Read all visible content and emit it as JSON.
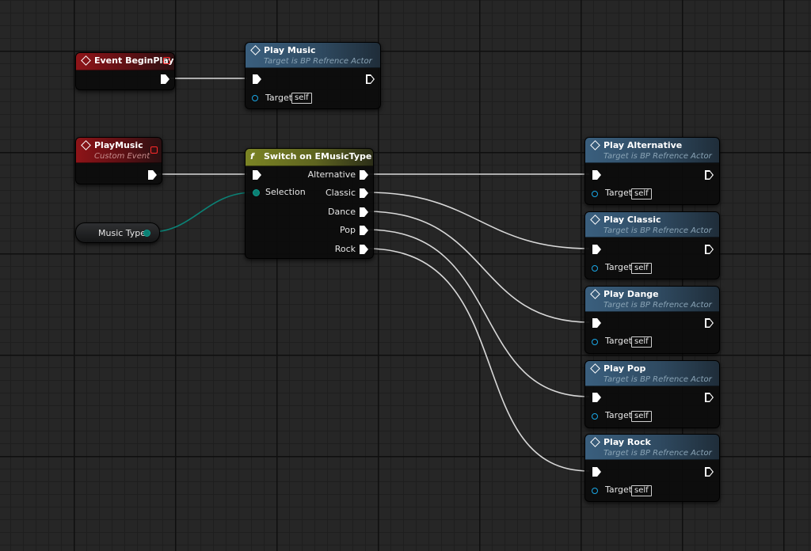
{
  "nodes": {
    "begin_play": {
      "title": "Event BeginPlay"
    },
    "play_music_call": {
      "title": "Play Music",
      "subtitle": "Target is BP Refrence Actor",
      "target_label": "Target",
      "target_value": "self"
    },
    "custom_event": {
      "title": "PlayMusic",
      "subtitle": "Custom Event"
    },
    "music_type_var": {
      "label": "Music Type"
    },
    "switch": {
      "title": "Switch on EMusicType",
      "selection_label": "Selection",
      "outputs": [
        "Alternative",
        "Classic",
        "Dance",
        "Pop",
        "Rock"
      ]
    },
    "play_nodes": [
      {
        "title": "Play Alternative",
        "subtitle": "Target is BP Refrence Actor",
        "target_label": "Target",
        "target_value": "self"
      },
      {
        "title": "Play Classic",
        "subtitle": "Target is BP Refrence Actor",
        "target_label": "Target",
        "target_value": "self"
      },
      {
        "title": "Play Dange",
        "subtitle": "Target is BP Refrence Actor",
        "target_label": "Target",
        "target_value": "self"
      },
      {
        "title": "Play Pop",
        "subtitle": "Target is BP Refrence Actor",
        "target_label": "Target",
        "target_value": "self"
      },
      {
        "title": "Play Rock",
        "subtitle": "Target is BP Refrence Actor",
        "target_label": "Target",
        "target_value": "self"
      }
    ]
  },
  "icons": {
    "event": "diamond-icon",
    "function": "diamond-icon",
    "switch": "switch-function-icon",
    "exec_pin": "exec-arrow-icon",
    "object_pin": "object-pin-icon",
    "byte_pin": "enum-pin-icon"
  },
  "colors": {
    "event_header": "#8e1418",
    "function_header": "#3a5f7e",
    "switch_header": "#7b8424",
    "exec_wire": "#e0e0e0",
    "enum_wire": "#0b7f73",
    "object_pin": "#1aa7e6",
    "delegate_pin": "#ff2a2a"
  }
}
